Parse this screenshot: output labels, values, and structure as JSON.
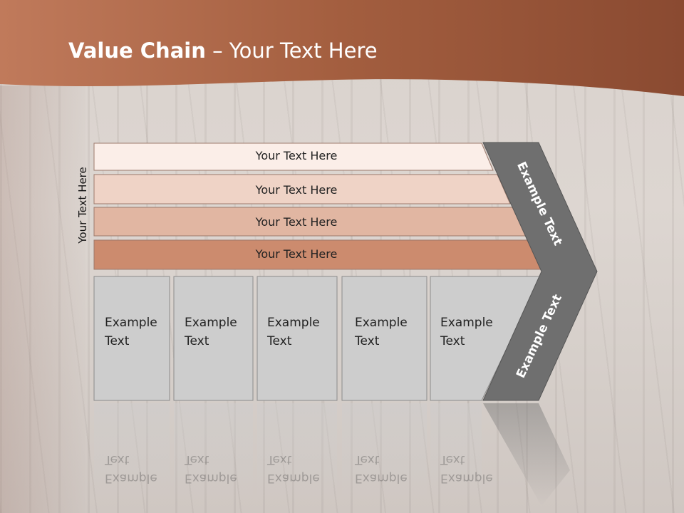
{
  "header": {
    "title_bold": "Value Chain",
    "title_rest": " – Your Text Here"
  },
  "side_label": "Your Text Here",
  "rows": [
    {
      "label": "Your Text Here",
      "color": "#fbeee8"
    },
    {
      "label": "Your Text Here",
      "color": "#efd3c6"
    },
    {
      "label": "Your Text Here",
      "color": "#e1b6a2"
    },
    {
      "label": "Your Text Here",
      "color": "#cc8b6e"
    }
  ],
  "boxes": [
    {
      "line1": "Example",
      "line2": "Text"
    },
    {
      "line1": "Example",
      "line2": "Text"
    },
    {
      "line1": "Example",
      "line2": "Text"
    },
    {
      "line1": "Example",
      "line2": "Text"
    },
    {
      "line1": "Example",
      "line2": "Text"
    }
  ],
  "chevron": {
    "top_label": "Example Text",
    "bottom_label": "Example Text",
    "color": "#6f6f6f"
  },
  "colors": {
    "header": "#a9603f",
    "box_fill": "#cdcdcd"
  }
}
